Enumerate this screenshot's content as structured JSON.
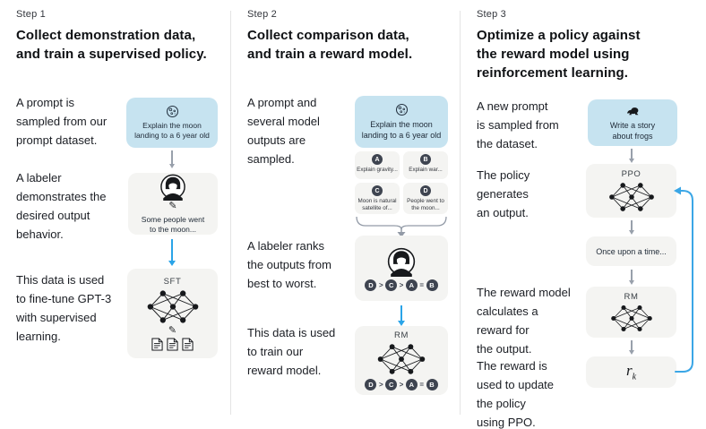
{
  "colors": {
    "prompt_card_bg": "#c6e3f0",
    "card_bg": "#f4f4f2",
    "badge_bg": "#3e4450",
    "arrow_gray": "#98a0ab",
    "arrow_blue": "#2aa4e8",
    "divider": "#e4e4e4",
    "heading_text": "#0f1114",
    "body_text": "#1b1e24"
  },
  "glyphs": {
    "pencil": "✎"
  },
  "icons": [
    "moon-icon",
    "labeler-avatar-icon",
    "pencil-icon",
    "neural-network-icon",
    "document-icon",
    "frog-icon",
    "down-arrow",
    "brace-gather-arrow",
    "feedback-loop-arrow"
  ],
  "columns": [
    {
      "step_label": "Step 1",
      "heading": "Collect demonstration data,\nand train a supervised policy.",
      "captions": {
        "prompt": "A prompt is\nsampled from our\nprompt dataset.",
        "labeler": "A labeler\ndemonstrates the\ndesired output\nbehavior.",
        "finetune": "This data is used\nto fine-tune GPT-3\nwith supervised\nlearning."
      },
      "prompt_card": {
        "icon": "moon-icon",
        "text": "Explain the moon\nlanding to a 6 year old"
      },
      "labeler_card": {
        "icon": "labeler-avatar-icon",
        "text": "Some people went\nto the moon..."
      },
      "model_card": {
        "label": "SFT"
      }
    },
    {
      "step_label": "Step 2",
      "heading": "Collect comparison data,\nand train a reward model.",
      "captions": {
        "prompt": "A prompt and\nseveral model\noutputs are\nsampled.",
        "rank": "A labeler ranks\nthe outputs from\nbest to worst.",
        "train": "This data is used\nto train our\nreward model."
      },
      "prompt_card": {
        "icon": "moon-icon",
        "text": "Explain the moon\nlanding to a 6 year old"
      },
      "outputs": [
        {
          "label": "A",
          "text": "Explain gravity..."
        },
        {
          "label": "B",
          "text": "Explain war..."
        },
        {
          "label": "C",
          "text": "Moon is natural\nsatellite of..."
        },
        {
          "label": "D",
          "text": "People went to\nthe moon..."
        }
      ],
      "ranking": {
        "items": [
          "D",
          "C",
          "A",
          "B"
        ],
        "separators": [
          ">",
          ">",
          "="
        ],
        "display": "D > C > A = B"
      },
      "model_card": {
        "label": "RM"
      }
    },
    {
      "step_label": "Step 3",
      "heading": "Optimize a policy against\nthe reward model using\nreinforcement learning.",
      "captions": {
        "prompt": "A new prompt\nis sampled from\nthe dataset.",
        "policy": "The policy\ngenerates\nan output.",
        "reward": "The reward model\ncalculates a\nreward for\nthe output.",
        "update": "The reward is\nused to update\nthe policy\nusing PPO."
      },
      "prompt_card": {
        "icon": "frog-icon",
        "text": "Write a story\nabout frogs"
      },
      "ppo_card": {
        "label": "PPO"
      },
      "output_card": {
        "text": "Once upon a time..."
      },
      "rm_card": {
        "label": "RM"
      },
      "reward_card": {
        "base": "r",
        "sub": "k"
      }
    }
  ]
}
